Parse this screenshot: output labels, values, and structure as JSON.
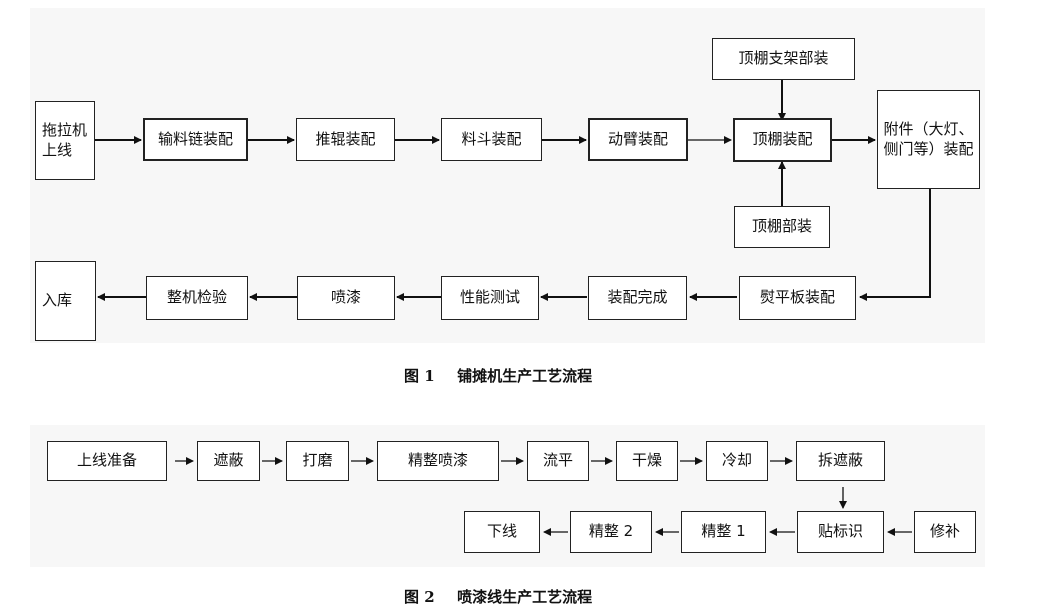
{
  "figure1": {
    "caption_num": "图 1",
    "caption_text": "铺摊机生产工艺流程",
    "boxes": {
      "tractor": "拖拉机\n上线",
      "conveyor": "输料链装配",
      "pusher": "推辊装配",
      "hopper": "料斗装配",
      "arm": "动臂装配",
      "canopy_bracket": "顶棚支架部装",
      "canopy": "顶棚装配",
      "canopy_sub": "顶棚部装",
      "accessories": "附件（大灯、侧门等）装配",
      "screed": "熨平板装配",
      "assembly_done": "装配完成",
      "perf_test": "性能测试",
      "paint": "喷漆",
      "inspection": "整机检验",
      "storage": "入库"
    }
  },
  "figure2": {
    "caption_num": "图 2",
    "caption_text": "喷漆线生产工艺流程",
    "boxes": {
      "prep": "上线准备",
      "mask": "遮蔽",
      "sand": "打磨",
      "fine_spray": "精整喷漆",
      "flow": "流平",
      "dry": "干燥",
      "cool": "冷却",
      "unmask": "拆遮蔽",
      "label": "贴标识",
      "repair": "修补",
      "finish1": "精整 1",
      "finish2": "精整 2",
      "offline": "下线"
    }
  }
}
